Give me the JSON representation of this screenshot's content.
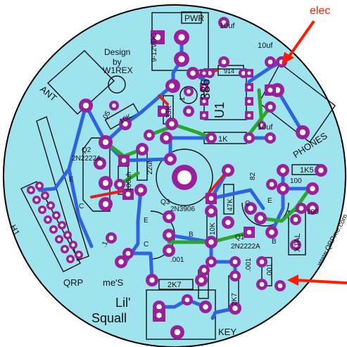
{
  "colors": {
    "board": "#9fe3ee",
    "pad": "#9b1f9b",
    "hole": "#ffffff",
    "trace_blue": "#2f63e0",
    "trace_green": "#2da52d",
    "trace_red": "#e02020",
    "silk": "#111111",
    "annotation": "#ff1a00"
  },
  "annotations": {
    "elec_note": "elec"
  },
  "labels": {
    "pwr": "PWR",
    "pwr_voltage": "9-12VDC",
    "c_10uf_a": "10uf",
    "c_10uf_b": "10uf",
    "c_10uf_c": "10uf",
    "design": "Design",
    "by": "by",
    "author": "W1REX",
    "ant": "ANT",
    "d914": "914",
    "ic_part": "386",
    "ic_ref": "U1",
    "r_33k": "33K",
    "r_10k_top": "10K",
    "c_05": ".05",
    "c_1": ".1",
    "r_1k": "1K",
    "phones": "PHONES",
    "q2_ref": "Q2",
    "q2_part": "2N2222A",
    "e": "E",
    "c": "C",
    "b": "B",
    "r_100uh": "100uh",
    "c_22uf": "22uf",
    "r_1k5": "1K5",
    "r_82": "82",
    "c_100_a": "100",
    "c_100_b": "100",
    "q3_ref": "Q3",
    "q3_part": "2N3906",
    "r_47k": "47K",
    "r_10k_mid": "10K",
    "q1_ref": "Q1",
    "q1_part": "2N2222A",
    "xtal": "XTAL",
    "website": "www.QRPme.com",
    "h1": "H1",
    "c_1_left": ".1",
    "c_001_a": ".001",
    "c_001_b": ".001",
    "c_001_c": ".001",
    "r_2k7_a": "2K7",
    "r_2k7_b": "2K7",
    "brand_a": "QRP",
    "brand_b": "me'S",
    "title_a": "Lil'",
    "title_b": "Squall",
    "key": "KEY"
  }
}
